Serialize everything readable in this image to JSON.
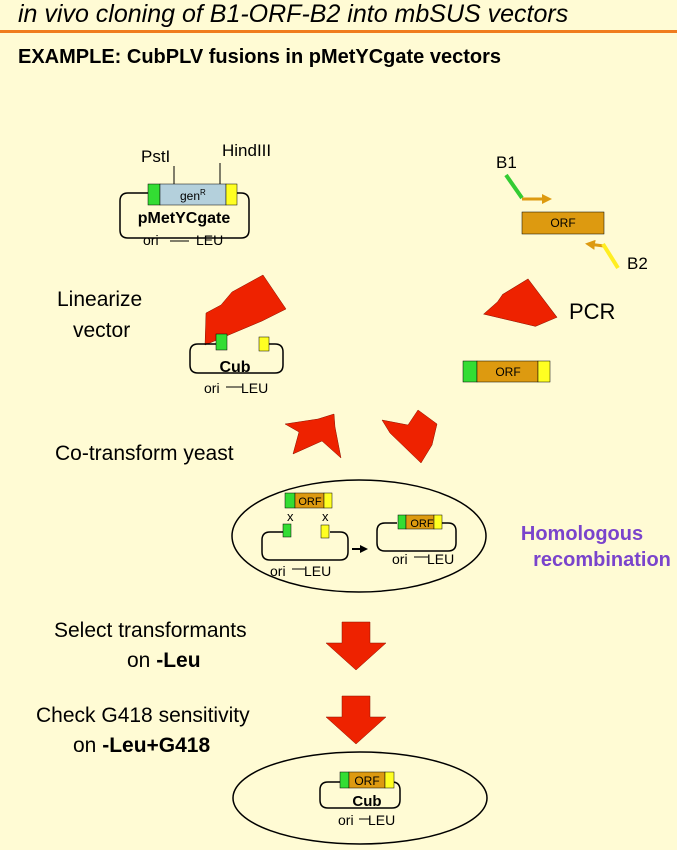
{
  "header": {
    "title": "in vivo cloning of B1-ORF-B2 into mbSUS vectors",
    "subtitle": "EXAMPLE: CubPLV fusions in pMetYCgate vectors"
  },
  "vector": {
    "site_left": "PstI",
    "site_right": "HindIII",
    "gene": "gen",
    "gene_sup": "R",
    "name": "pMetYCgate",
    "ori": "ori",
    "marker": "LEU"
  },
  "pcr": {
    "primer1": "B1",
    "primer2": "B2",
    "orf": "ORF"
  },
  "steps": {
    "linearize_line1": "Linearize",
    "linearize_line2": "vector",
    "pcr": "PCR",
    "cotransform": "Co-transform yeast",
    "select_line1": "Select transformants",
    "select_line2_prefix": "on ",
    "select_line2_bold": "-Leu",
    "check_line1": "Check G418 sensitivity",
    "check_line2_prefix": "on ",
    "check_line2_bold": "-Leu+G418"
  },
  "linear_vector": {
    "cub": "Cub",
    "ori": "ori",
    "marker": "LEU"
  },
  "orf_product": {
    "orf": "ORF"
  },
  "recombination": {
    "orf": "ORF",
    "cross": "x",
    "ori": "ori",
    "marker": "LEU",
    "label_line1": "Homologous",
    "label_line2": "recombination"
  },
  "final": {
    "orf": "ORF",
    "cub": "Cub",
    "ori": "ori",
    "marker": "LEU"
  },
  "colors": {
    "background": "#fffbd4",
    "rule": "#f07c1e",
    "green": "#33dd33",
    "yellow": "#ffff22",
    "orf": "#dd9a10",
    "gene": "#b4d0dc",
    "arrow": "#ee2200",
    "purple": "#7a44cc"
  }
}
